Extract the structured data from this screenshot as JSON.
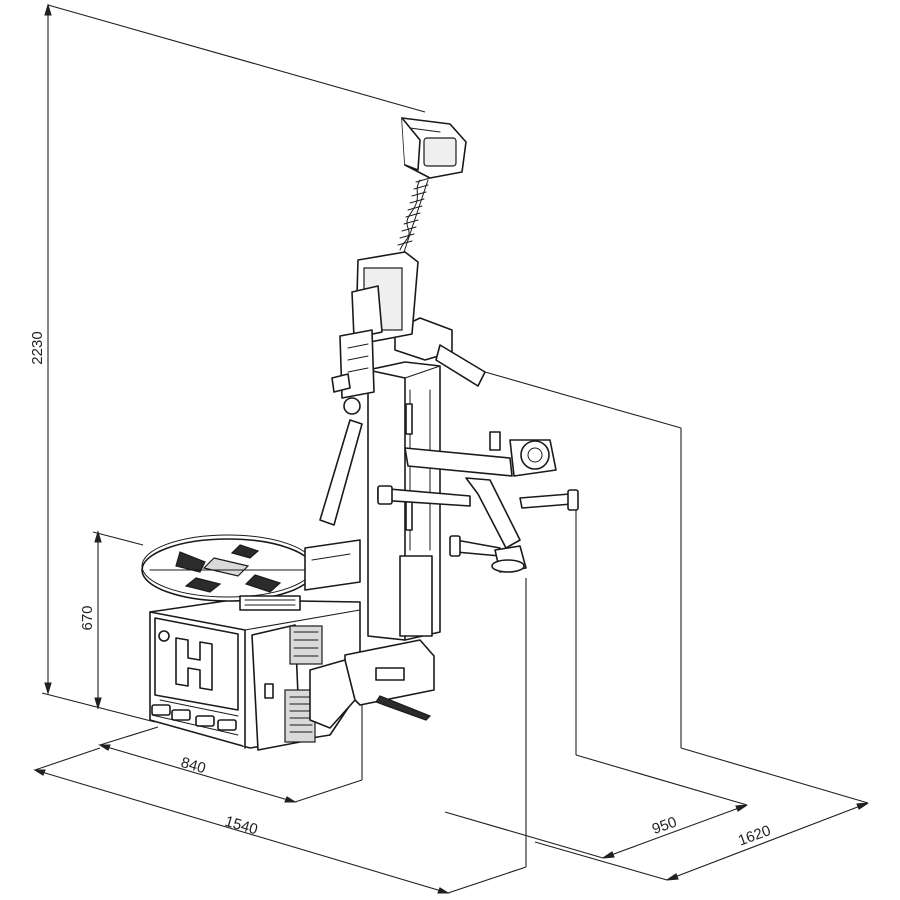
{
  "diagram": {
    "dimensions": {
      "height_total": "2230",
      "height_table": "670",
      "depth_body": "840",
      "depth_total": "1540",
      "width_body": "950",
      "width_total": "1620"
    },
    "logo": {
      "letter": "H"
    }
  }
}
